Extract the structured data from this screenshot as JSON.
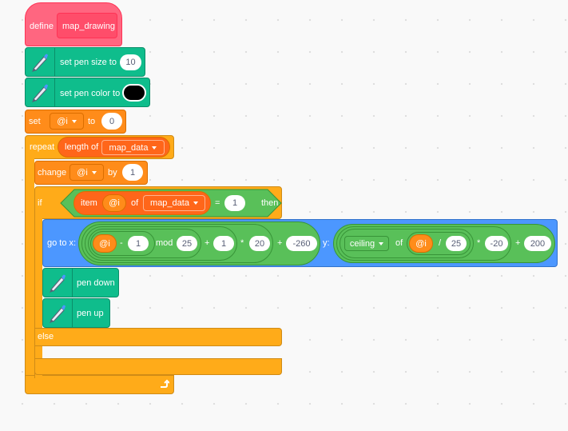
{
  "define_block": {
    "keyword": "define",
    "name": "map_drawing"
  },
  "pen_size": {
    "label": "set pen size to",
    "value": "10"
  },
  "pen_color": {
    "label": "set pen color to",
    "color": "#000000"
  },
  "set_block": {
    "label": "set",
    "variable": "@i",
    "to_label": "to",
    "value": "0"
  },
  "repeat_block": {
    "label": "repeat",
    "length_label": "length of",
    "list": "map_data"
  },
  "change_block": {
    "label": "change",
    "variable": "@i",
    "by_label": "by",
    "value": "1"
  },
  "if_block": {
    "if_label": "if",
    "then_label": "then",
    "else_label": "else",
    "item_label": "item",
    "item_var": "@i",
    "of_label": "of",
    "list": "map_data",
    "eq_op": "=",
    "eq_value": "1"
  },
  "goto_block": {
    "label": "go to x:",
    "x": {
      "var": "@i",
      "minus": "-",
      "one": "1",
      "mod": "mod",
      "mod_val": "25",
      "plus1": "+",
      "one2": "1",
      "times": "*",
      "mult": "20",
      "plus2": "+",
      "offset": "-260"
    },
    "y_label": "y:",
    "y": {
      "func": "ceiling",
      "of_label": "of",
      "var": "@i",
      "div": "/",
      "div_val": "25",
      "times": "*",
      "mult": "-20",
      "plus": "+",
      "offset": "200"
    }
  },
  "pen_down": {
    "label": "pen down"
  },
  "pen_up": {
    "label": "pen up"
  },
  "colors": {
    "define": "#ff6680",
    "pen": "#0fbd8c",
    "variables": "#ff8c1a",
    "control": "#ffab19",
    "operators": "#59c059",
    "motion": "#4c97ff"
  },
  "icons": {
    "pen": "pen-icon",
    "loop": "loop-arrow-icon",
    "dropdown": "dropdown-arrow-icon"
  }
}
